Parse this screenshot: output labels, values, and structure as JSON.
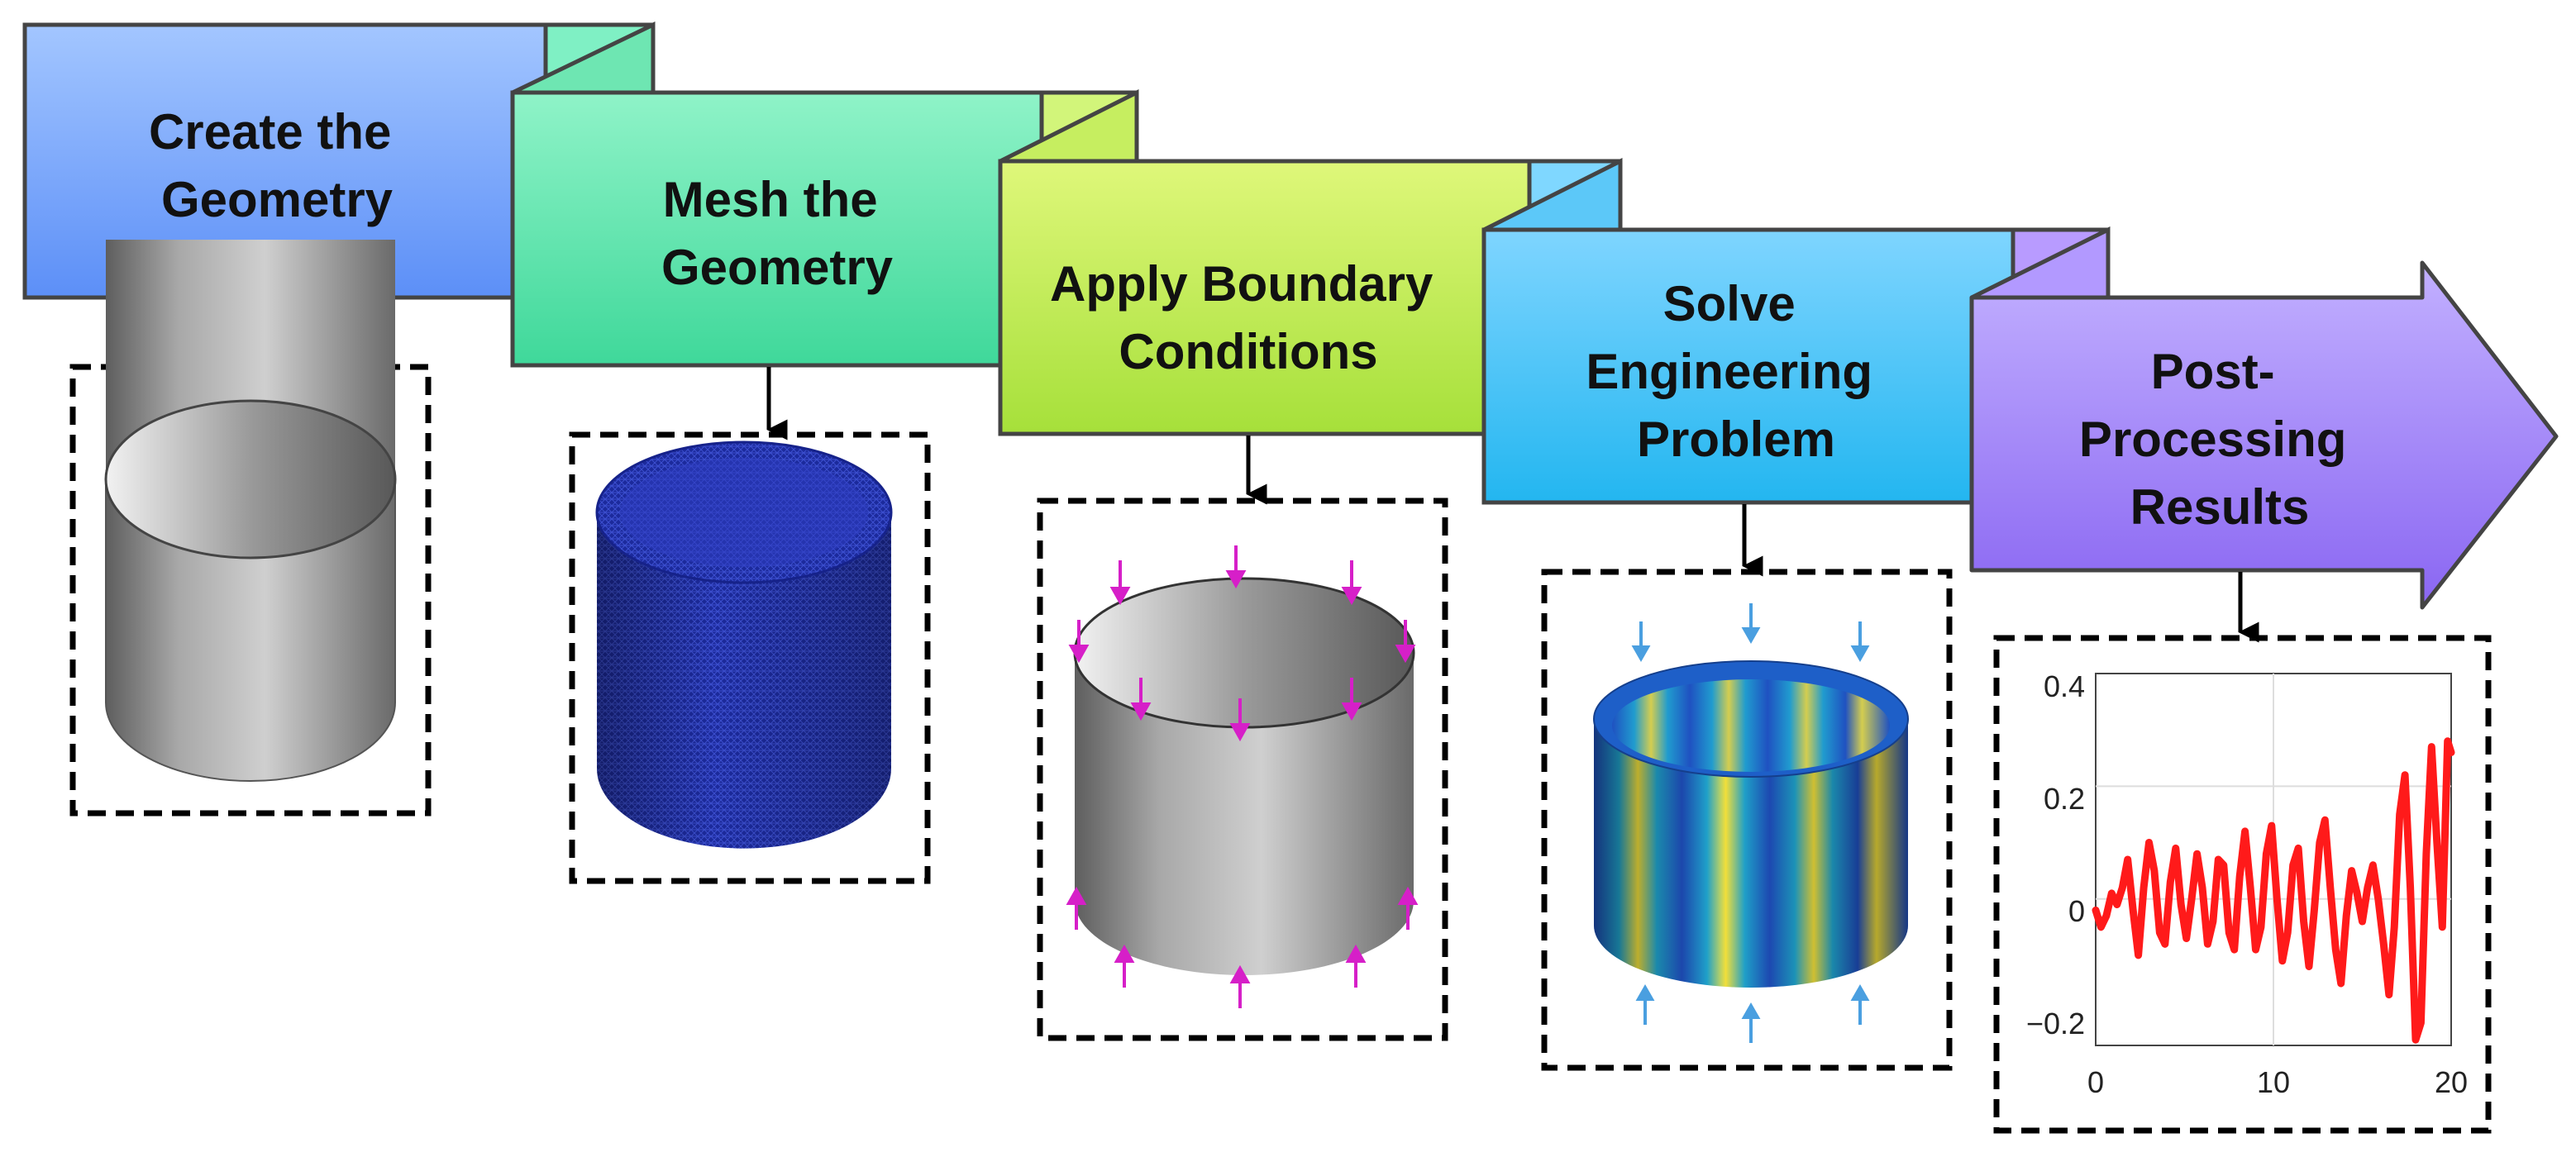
{
  "steps": [
    {
      "label_lines": [
        "Create the",
        "Geometry"
      ],
      "color_top": "#a3c6ff",
      "color_bottom": "#5c8ff7",
      "flap_color": "#7ff0c4"
    },
    {
      "label_lines": [
        "Mesh the",
        "Geometry"
      ],
      "color_top": "#8ff3c8",
      "color_bottom": "#3fd89a",
      "flap_color": "#d2f57a"
    },
    {
      "label_lines": [
        "Apply Boundary",
        "Conditions"
      ],
      "color_top": "#dff77a",
      "color_bottom": "#a6e03a",
      "flap_color": "#7fd7ff"
    },
    {
      "label_lines": [
        "Solve",
        "Engineering",
        "Problem"
      ],
      "color_top": "#7fd5ff",
      "color_bottom": "#23b6f0",
      "flap_color": "#b89bff"
    },
    {
      "label_lines": [
        "Post-",
        "Processing",
        "Results"
      ],
      "color_top": "#c2b0ff",
      "color_bottom": "#8a66f2",
      "flap_color": "#a98af8"
    }
  ],
  "colors": {
    "cylinder_light": "#e8e8e8",
    "cylinder_dark": "#6a6a6a",
    "mesh": "#2431a8",
    "load_arrow": "#d61fc8",
    "result_arrow": "#4a9fe0",
    "plot_line": "#ff1a1a"
  },
  "chart_data": {
    "type": "line",
    "x_ticks": [
      "0",
      "10",
      "20"
    ],
    "y_ticks": [
      "0.4",
      "0.2",
      "0",
      "−0.2"
    ],
    "xlim": [
      0,
      20
    ],
    "ylim": [
      -0.26,
      0.4
    ],
    "grid": true,
    "series": [
      {
        "x": [
          0,
          0.3,
          0.6,
          0.9,
          1.2,
          1.5,
          1.8,
          2.1,
          2.4,
          2.7,
          3.0,
          3.3,
          3.6,
          3.9,
          4.2,
          4.5,
          4.8,
          5.1,
          5.4,
          5.7,
          6.0,
          6.3,
          6.6,
          6.9,
          7.2,
          7.5,
          7.8,
          8.1,
          8.4,
          8.7,
          9.0,
          9.3,
          9.6,
          9.9,
          10.2,
          10.5,
          10.8,
          11.1,
          11.4,
          11.7,
          12.0,
          12.3,
          12.6,
          12.9,
          13.2,
          13.5,
          13.8,
          14.1,
          14.4,
          14.7,
          15.0,
          15.3,
          15.6,
          15.9,
          16.2,
          16.5,
          16.8,
          17.1,
          17.4,
          17.7,
          18.0,
          18.3,
          18.6,
          18.9,
          19.2,
          19.5,
          19.8,
          20.0
        ],
        "y": [
          -0.02,
          -0.05,
          -0.03,
          0.01,
          -0.01,
          0.02,
          0.07,
          -0.02,
          -0.1,
          0.02,
          0.1,
          0.05,
          -0.06,
          -0.08,
          0.03,
          0.09,
          -0.01,
          -0.07,
          0.0,
          0.08,
          0.02,
          -0.08,
          -0.04,
          0.07,
          0.06,
          -0.06,
          -0.09,
          0.04,
          0.12,
          0.02,
          -0.09,
          -0.05,
          0.08,
          0.13,
          0.0,
          -0.11,
          -0.06,
          0.06,
          0.09,
          -0.04,
          -0.12,
          -0.02,
          0.1,
          0.14,
          0.02,
          -0.09,
          -0.15,
          -0.03,
          0.05,
          0.01,
          -0.04,
          0.02,
          0.06,
          0.0,
          -0.08,
          -0.17,
          -0.05,
          0.15,
          0.22,
          0.02,
          -0.25,
          -0.22,
          0.08,
          0.27,
          0.1,
          -0.05,
          0.28,
          0.26
        ]
      }
    ]
  }
}
